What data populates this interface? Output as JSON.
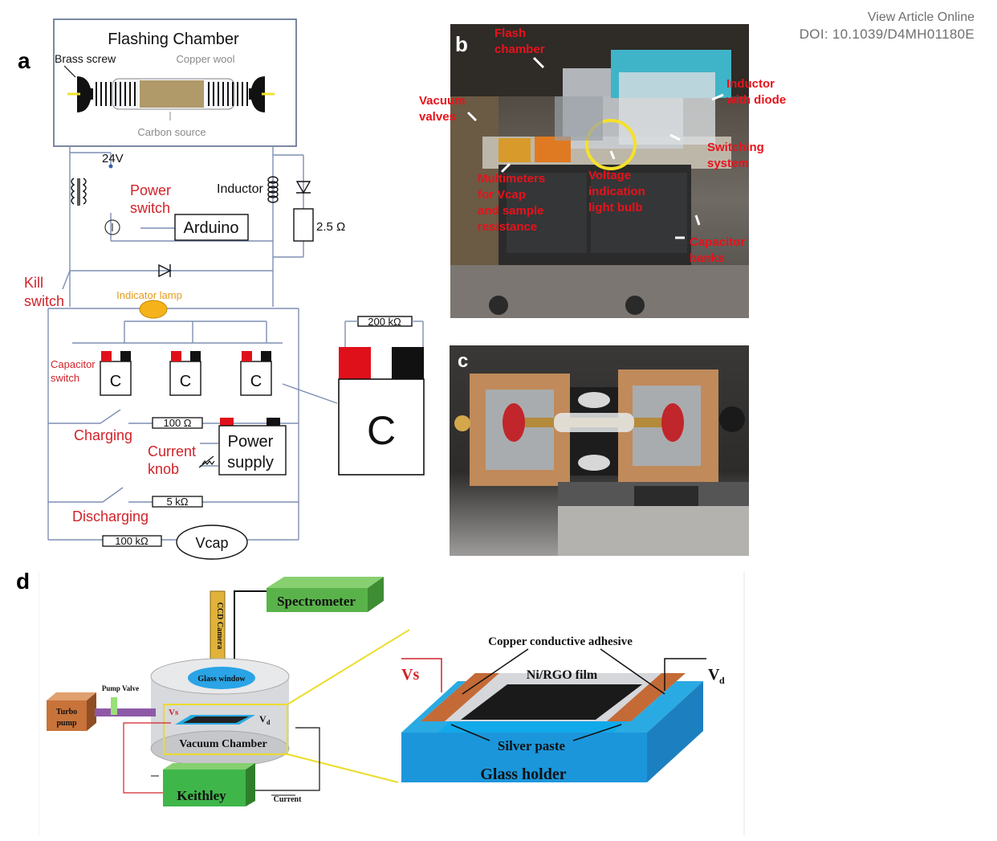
{
  "header": {
    "view_online": "View Article Online",
    "doi": "DOI: 10.1039/D4MH01180E"
  },
  "panel_a": {
    "letter": "a",
    "title": "Flashing Chamber",
    "brass_screw": "Brass screw",
    "copper_wool": "Copper wool",
    "carbon_source": "Carbon source",
    "v24": "24V",
    "power_switch_1": "Power",
    "power_switch_2": "switch",
    "inductor": "Inductor",
    "arduino": "Arduino",
    "r_2_5": "2.5 Ω",
    "kill_1": "Kill",
    "kill_2": "switch",
    "indicator_lamp": "Indicator lamp",
    "cap_switch_1": "Capacitor",
    "cap_switch_2": "switch",
    "cap_label": "C",
    "r_200k": "200 kΩ",
    "charging": "Charging",
    "r_100": "100 Ω",
    "current_knob_1": "Current",
    "current_knob_2": "knob",
    "power_supply_1": "Power",
    "power_supply_2": "supply",
    "r_5k": "5 kΩ",
    "discharging": "Discharging",
    "r_100k": "100 kΩ",
    "vcap": "Vcap"
  },
  "panel_b": {
    "letter": "b",
    "labels": {
      "flash_1": "Flash",
      "flash_2": "chamber",
      "vacuum_1": "Vacuum",
      "vacuum_2": "valves",
      "inductor_1": "Inductor",
      "inductor_2": "with diode",
      "switching_1": "Switching",
      "switching_2": "system",
      "multimeters_1": "Multimeters",
      "multimeters_2": "for Vcap",
      "multimeters_3": "and sample",
      "multimeters_4": "resistance",
      "voltage_1": "Voltage",
      "voltage_2": "indication",
      "voltage_3": "light bulb",
      "capacitor_1": "Capacitor",
      "capacitor_2": "banks"
    }
  },
  "panel_c": {
    "letter": "c"
  },
  "panel_d": {
    "letter": "d",
    "spectrometer": "Spectrometer",
    "ccd_camera": "CCD Camera",
    "glass_window": "Glass window",
    "pump_valve": "Pump Valve",
    "turbo_1": "Turbo",
    "turbo_2": "pump",
    "vs_small": "Vs",
    "vd_small": "V",
    "vd_sub": "d",
    "vacuum_chamber": "Vacuum Chamber",
    "keithley": "Keithley",
    "current": "Current",
    "copper_adhesive": "Copper conductive adhesive",
    "film": "Ni/RGO film",
    "vs_big": "Vs",
    "vd_big": "V",
    "silver_paste": "Silver paste",
    "glass_holder": "Glass holder"
  },
  "colors": {
    "red_label": "#d0232a",
    "line_blue": "#7f8fb3",
    "lamp_orange": "#f5b21a",
    "spectrometer_green": "#59b34a",
    "glass_blue": "#2aaae2",
    "turbo_orange": "#c8733a",
    "valve_purple": "#8e5aa8"
  }
}
